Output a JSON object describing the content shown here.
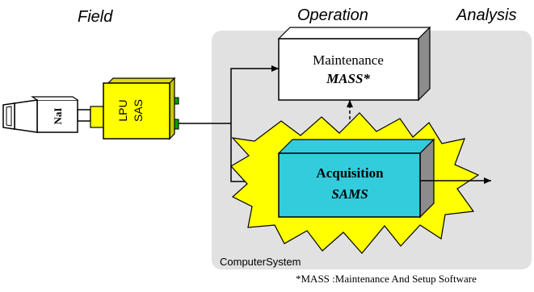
{
  "headers": {
    "field": "Field",
    "operation": "Operation",
    "analysis": "Analysis"
  },
  "detector": {
    "label": "NaI"
  },
  "lpu": {
    "line1": "LPU",
    "line2": "SAS"
  },
  "maintenance": {
    "title": "Maintenance",
    "software": "MASS*"
  },
  "acquisition": {
    "title": "Acquisition",
    "software": "SAMS"
  },
  "computer_system": {
    "label": "ComputerSystem"
  },
  "footnote": "*MASS :Maintenance  And  Setup  Software",
  "colors": {
    "system_panel": "#e1e1e1",
    "lpu_yellow": "#ffff00",
    "burst_yellow": "#ffff00",
    "acquisition_cyan": "#33ccdd",
    "box_shadow": "#8c8c8c",
    "connector_green": "#00a000"
  }
}
